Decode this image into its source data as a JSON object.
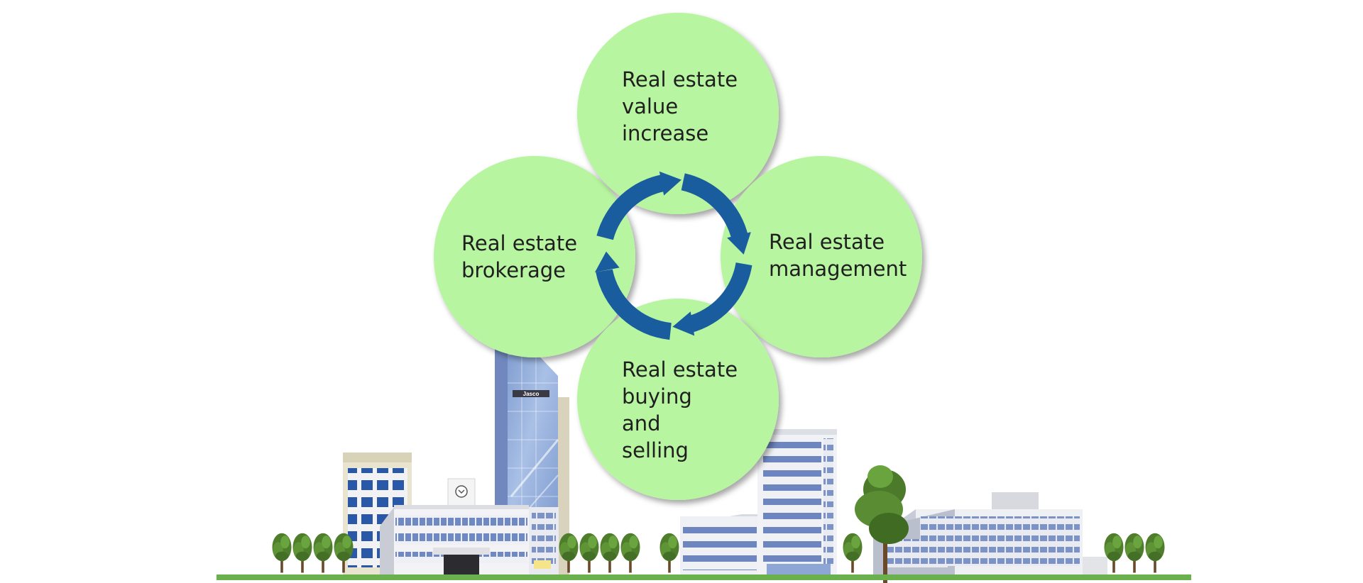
{
  "diagram": {
    "circles": [
      {
        "id": "value-increase",
        "lines": [
          "Real estate",
          "value",
          "increase"
        ]
      },
      {
        "id": "management",
        "lines": [
          "Real estate",
          "management"
        ]
      },
      {
        "id": "buying-selling",
        "lines": [
          "Real estate",
          "buying",
          "and",
          "selling"
        ]
      },
      {
        "id": "brokerage",
        "lines": [
          "Real estate",
          "brokerage"
        ]
      }
    ],
    "cycle_direction": "clockwise"
  },
  "scene": {
    "tower_sign": "Jasco"
  },
  "colors": {
    "circle_fill": "#b8f5a0",
    "arrow_blue": "#1a5d9e",
    "ground_green": "#6ab04c",
    "window_blue": "#2a58a8",
    "glass_blue": "#8ea9d8"
  }
}
